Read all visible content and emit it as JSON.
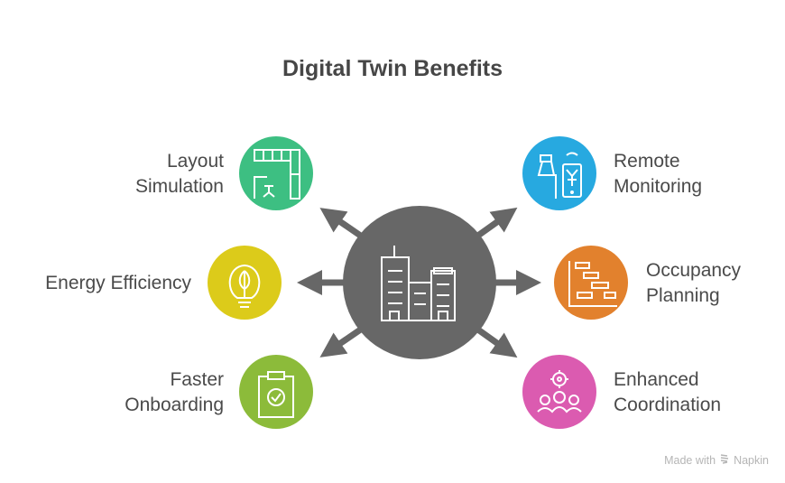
{
  "title": "Digital Twin Benefits",
  "center": {
    "icon": "buildings-icon",
    "color": "#676767"
  },
  "benefits": [
    {
      "line1": "Layout",
      "line2": "Simulation",
      "icon": "floor-plan-icon",
      "color": "#3dbf82"
    },
    {
      "line1": "Energy Efficiency",
      "line2": "",
      "icon": "eco-lightbulb-icon",
      "color": "#dccb1a"
    },
    {
      "line1": "Faster",
      "line2": "Onboarding",
      "icon": "clipboard-check-icon",
      "color": "#8cbb3a"
    },
    {
      "line1": "Remote",
      "line2": "Monitoring",
      "icon": "remote-phone-icon",
      "color": "#27a9e0"
    },
    {
      "line1": "Occupancy",
      "line2": "Planning",
      "icon": "gantt-chart-icon",
      "color": "#e2812d"
    },
    {
      "line1": "Enhanced",
      "line2": "Coordination",
      "icon": "team-gear-icon",
      "color": "#db5bb0"
    }
  ],
  "footer": {
    "text": "Made with",
    "brand": "Napkin"
  }
}
